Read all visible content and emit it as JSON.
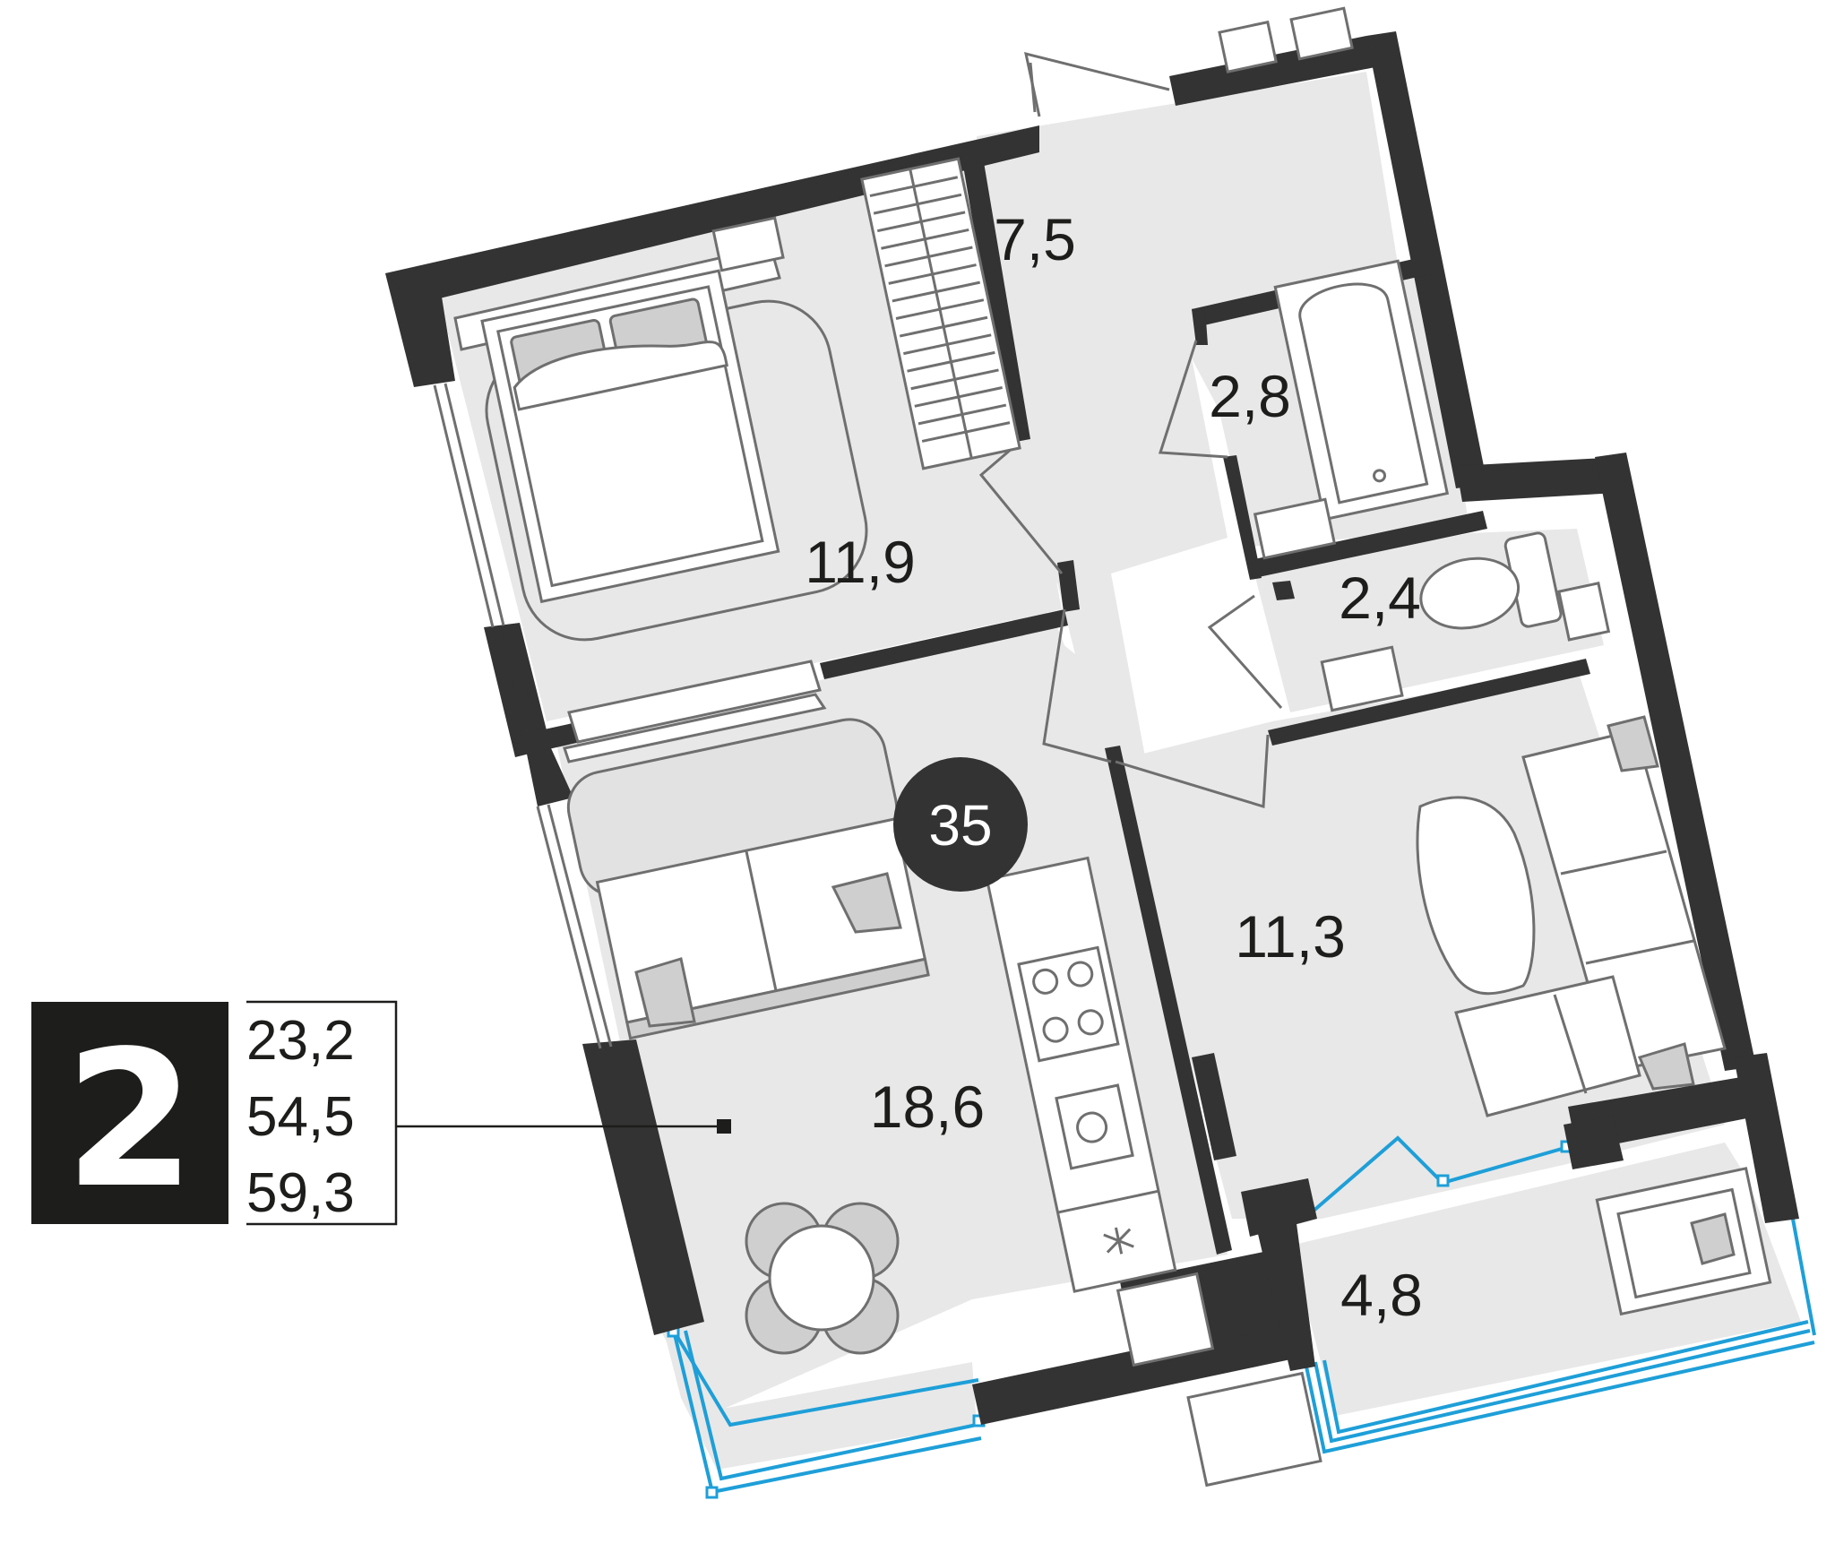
{
  "apartment": {
    "number": "35",
    "room_count": "2",
    "areas": {
      "living": "23,2",
      "total": "54,5",
      "total_with_balcony": "59,3"
    }
  },
  "rooms": [
    {
      "id": "hallway",
      "area": "7,5"
    },
    {
      "id": "bathroom",
      "area": "2,8"
    },
    {
      "id": "toilet",
      "area": "2,4"
    },
    {
      "id": "bedroom",
      "area": "11,9"
    },
    {
      "id": "kitchen-living",
      "area": "18,6"
    },
    {
      "id": "living-room",
      "area": "11,3"
    },
    {
      "id": "balcony",
      "area": "4,8"
    }
  ],
  "colors": {
    "wall": "#333333",
    "floor": "#e8e8e8",
    "furniture_fill": "#ffffff",
    "furniture_stroke": "#6f6f6f",
    "window": "#1e9fd8",
    "text": "#1d1d1b",
    "badge": "#333333",
    "panel": "#1d1d1b"
  }
}
